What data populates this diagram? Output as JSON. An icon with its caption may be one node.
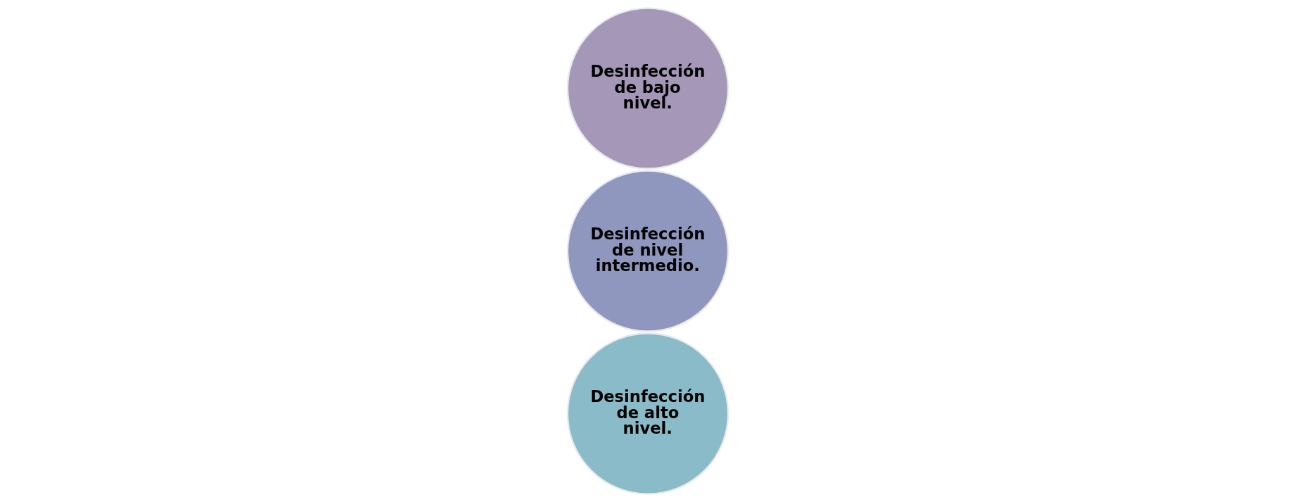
{
  "diagram": {
    "nodes": [
      {
        "text": [
          "Desinfección de bajo nivel."
        ]
      },
      {
        "text": [
          "Desinfección de nivel intermedio."
        ]
      },
      {
        "text": [
          "Desinfección de alto nivel."
        ]
      }
    ]
  }
}
